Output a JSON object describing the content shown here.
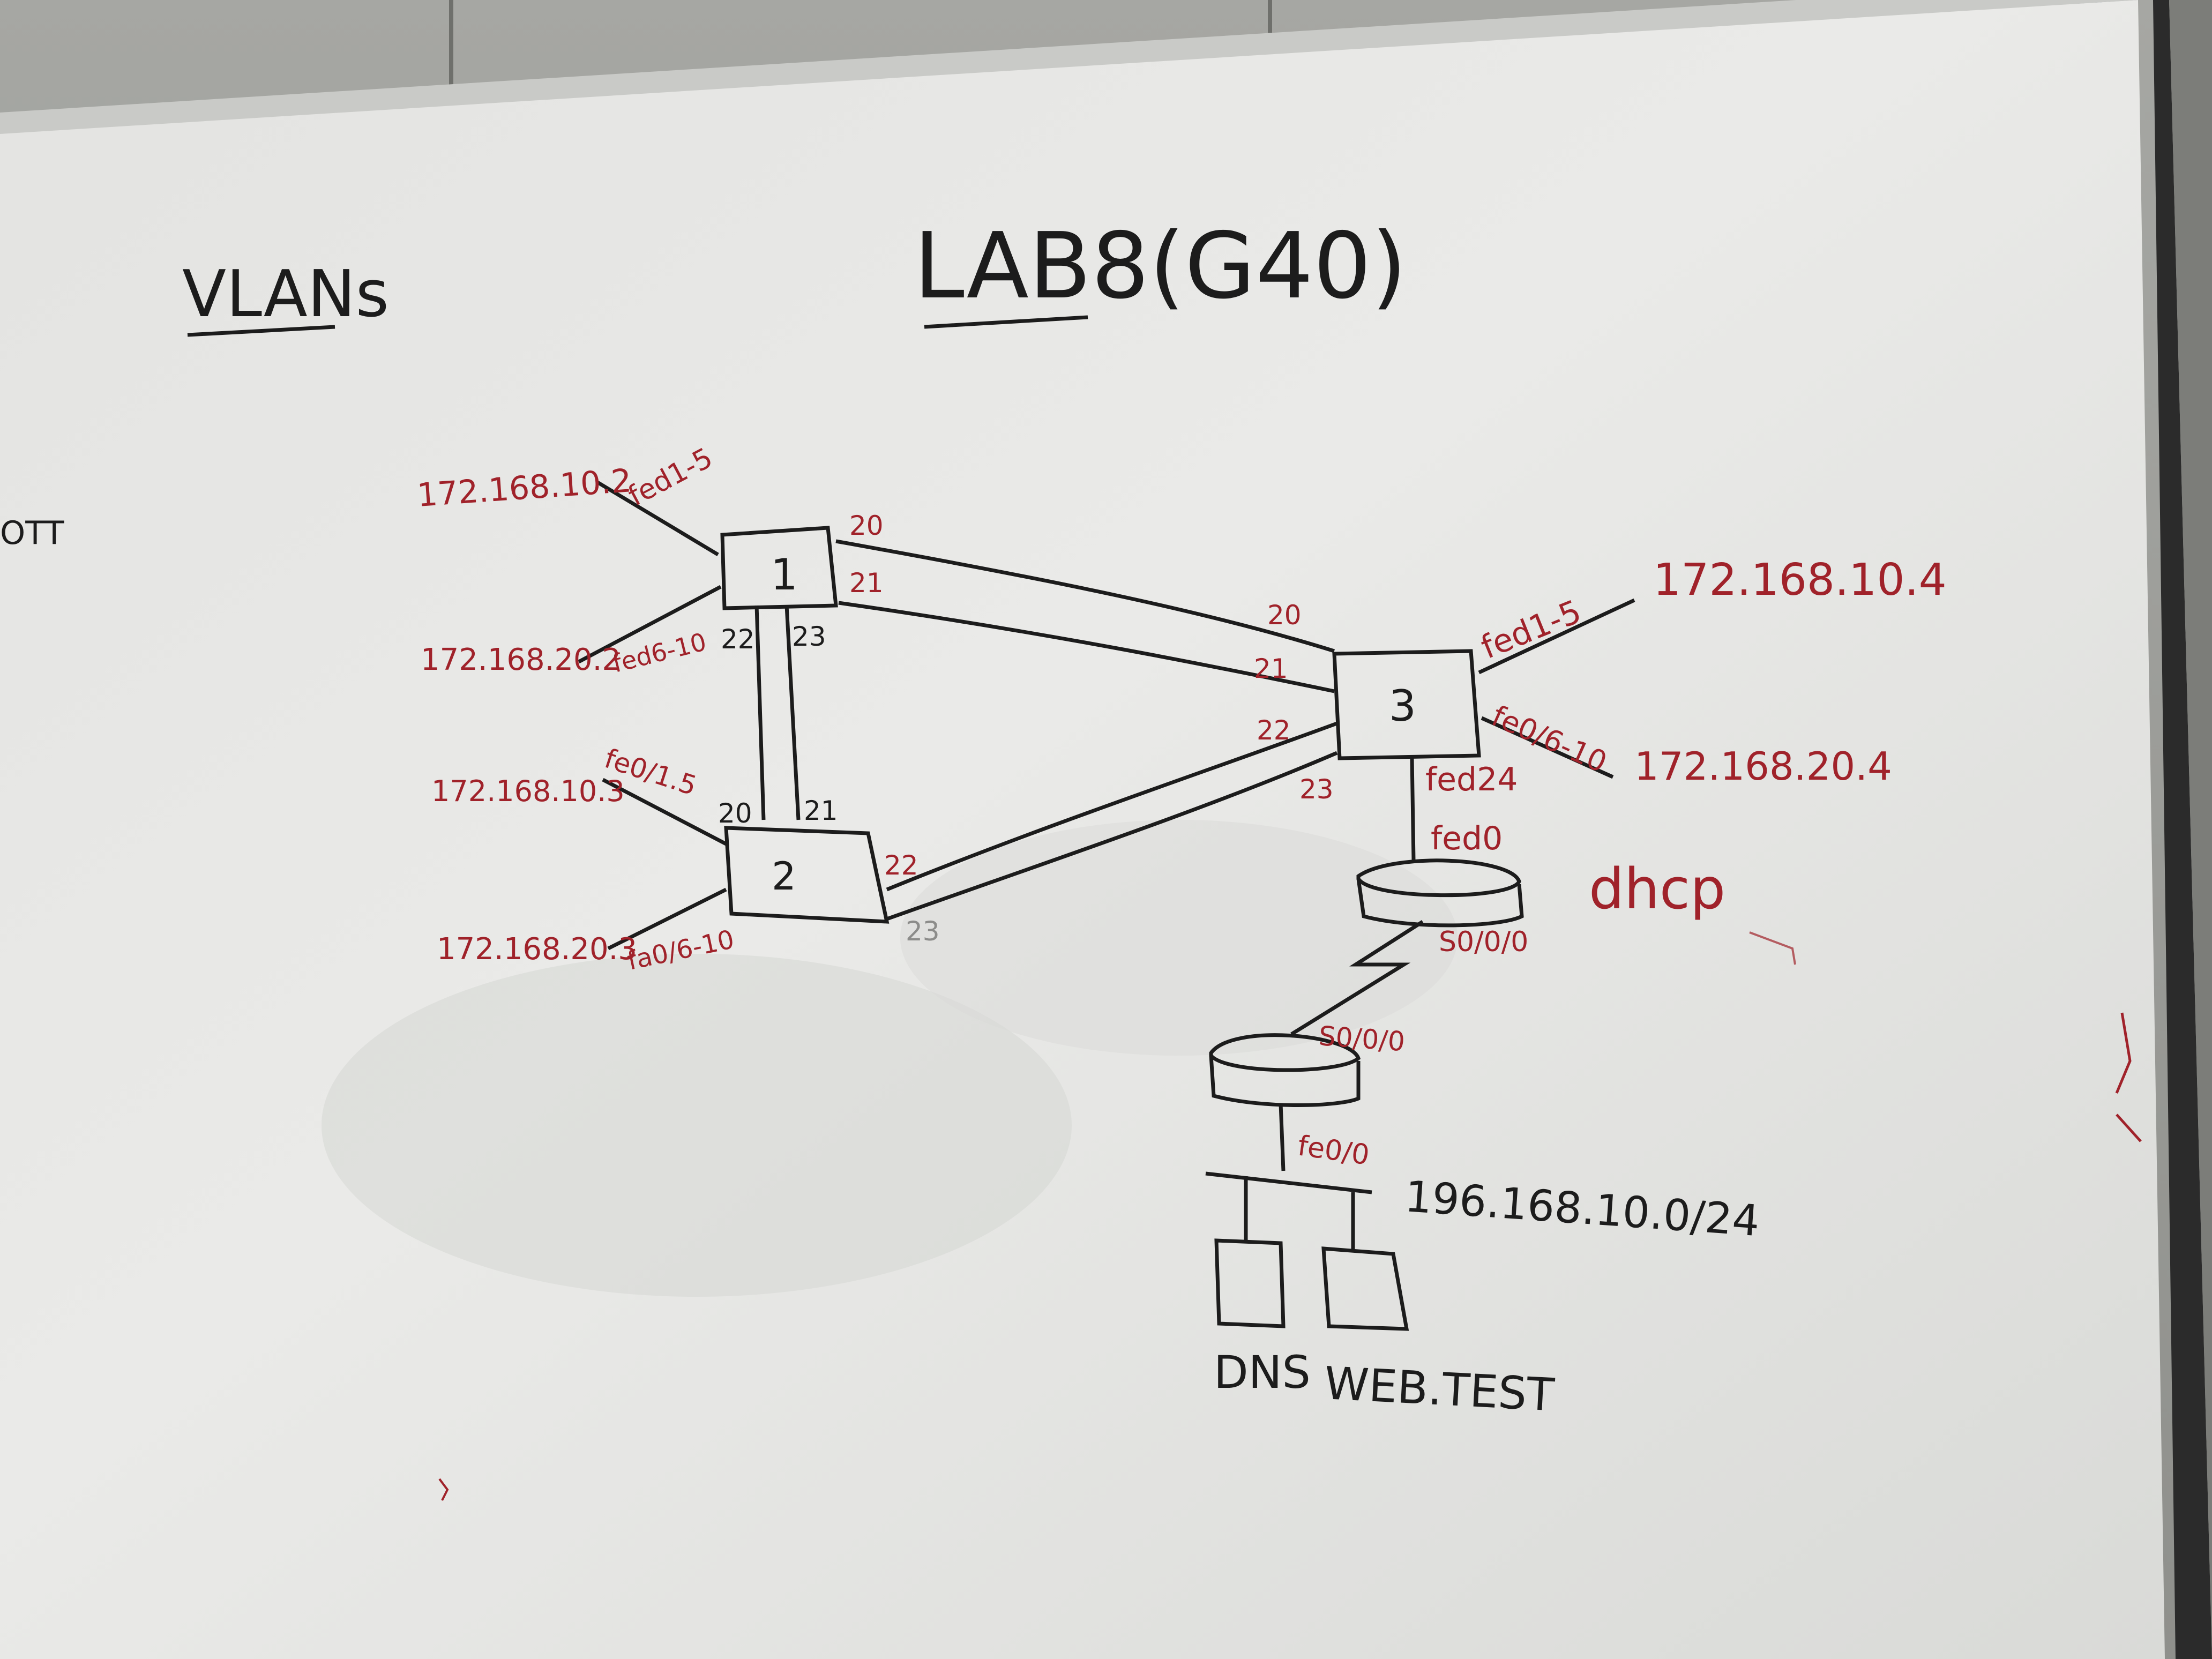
{
  "colors": {
    "wall": "#9c9d99",
    "board": "#e4e5e3",
    "frame": "#2b2b2b",
    "black_marker": "#1c1c1c",
    "red_marker": "#a0222a"
  },
  "board": {
    "heading_left": "VLANs",
    "heading_title": "LAB8(G40)",
    "edge_text": "OTT"
  },
  "switches": {
    "s1": {
      "label": "1",
      "vlan_left": "fed1-5",
      "vlan_left_ip": "172.168.10.2",
      "vlan_right": "fed6-10",
      "vlan_right_ip": "172.168.20.2",
      "port_a": "20",
      "port_b": "21",
      "port_c": "22",
      "port_d": "23"
    },
    "s2": {
      "label": "2",
      "vlan_left": "fe0/1.5",
      "vlan_left_ip": "172.168.10.3",
      "vlan_right": "fa0/6-10",
      "vlan_right_ip": "172.168.20.3",
      "port_a": "20",
      "port_b": "21",
      "port_c": "22",
      "port_d": "23"
    },
    "s3": {
      "label": "3",
      "vlan_left": "fed1-5",
      "vlan_left_ip": "172.168.10.4",
      "vlan_right": "fe0/6-10",
      "vlan_right_ip": "172.168.20.4",
      "port_a": "20",
      "port_b": "21",
      "port_c": "22",
      "port_d": "23",
      "uplink": "fed24"
    }
  },
  "router_dhcp": {
    "port_up": "fed0",
    "port_serial": "S0/0/0",
    "label": "dhcp"
  },
  "router_lower": {
    "port_serial": "S0/0/0",
    "port_down": "fe0/0"
  },
  "lan": {
    "network": "196.168.10.0/24",
    "server_1": "DNS",
    "server_2": "WEB.TEST"
  }
}
